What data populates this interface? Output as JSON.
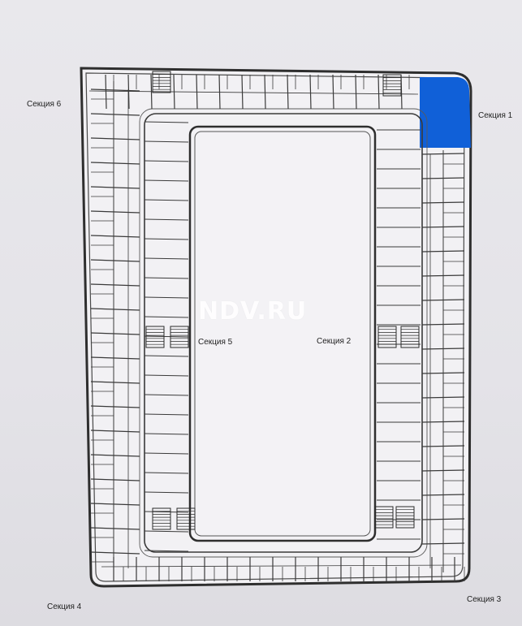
{
  "sections": {
    "s1": "Секция 1",
    "s2": "Секция 2",
    "s3": "Секция 3",
    "s4": "Секция 4",
    "s5": "Секция 5",
    "s6": "Секция 6"
  },
  "watermark": "NDV.RU",
  "colors": {
    "highlight": "#1060d8",
    "walls": "#3a3a3a",
    "background": "#e6e5e8"
  }
}
